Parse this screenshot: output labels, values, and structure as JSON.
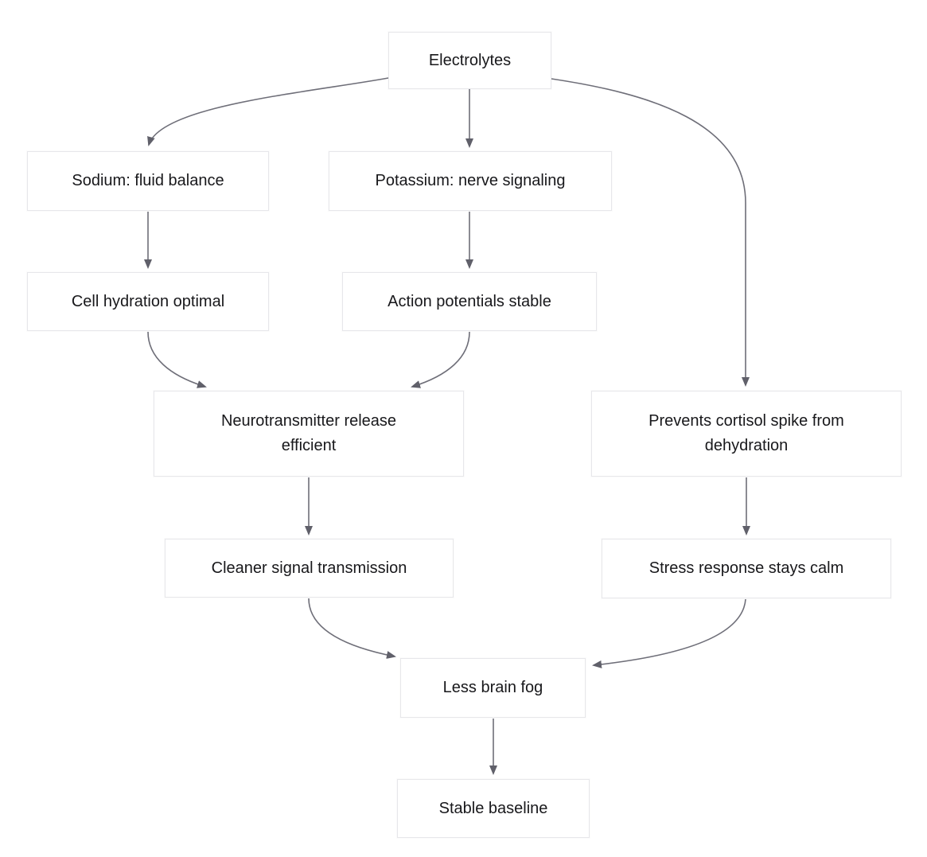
{
  "diagram": {
    "type": "flowchart",
    "direction": "top-down",
    "nodes": {
      "electrolytes": {
        "label": "Electrolytes"
      },
      "sodium": {
        "label": "Sodium: fluid balance"
      },
      "potassium": {
        "label": "Potassium: nerve signaling"
      },
      "cell_hydration": {
        "label": "Cell hydration optimal"
      },
      "action_potentials": {
        "label": "Action potentials stable"
      },
      "neurotransmitter": {
        "label": "Neurotransmitter release efficient"
      },
      "cortisol": {
        "label": "Prevents cortisol spike from dehydration"
      },
      "cleaner_signal": {
        "label": "Cleaner signal transmission"
      },
      "stress_response": {
        "label": "Stress response stays calm"
      },
      "less_brain_fog": {
        "label": "Less brain fog"
      },
      "stable_baseline": {
        "label": "Stable baseline"
      }
    },
    "edges": [
      {
        "from": "Electrolytes",
        "to": "Sodium: fluid balance"
      },
      {
        "from": "Electrolytes",
        "to": "Potassium: nerve signaling"
      },
      {
        "from": "Electrolytes",
        "to": "Prevents cortisol spike from dehydration"
      },
      {
        "from": "Sodium: fluid balance",
        "to": "Cell hydration optimal"
      },
      {
        "from": "Potassium: nerve signaling",
        "to": "Action potentials stable"
      },
      {
        "from": "Cell hydration optimal",
        "to": "Neurotransmitter release efficient"
      },
      {
        "from": "Action potentials stable",
        "to": "Neurotransmitter release efficient"
      },
      {
        "from": "Neurotransmitter release efficient",
        "to": "Cleaner signal transmission"
      },
      {
        "from": "Prevents cortisol spike from dehydration",
        "to": "Stress response stays calm"
      },
      {
        "from": "Cleaner signal transmission",
        "to": "Less brain fog"
      },
      {
        "from": "Stress response stays calm",
        "to": "Less brain fog"
      },
      {
        "from": "Less brain fog",
        "to": "Stable baseline"
      }
    ],
    "colors": {
      "background": "#ffffff",
      "node_fill": "#ffffff",
      "node_border": "#e7e7ea",
      "edge": "#6e6e78",
      "arrowhead": "#60606a",
      "text": "#18181b"
    }
  }
}
